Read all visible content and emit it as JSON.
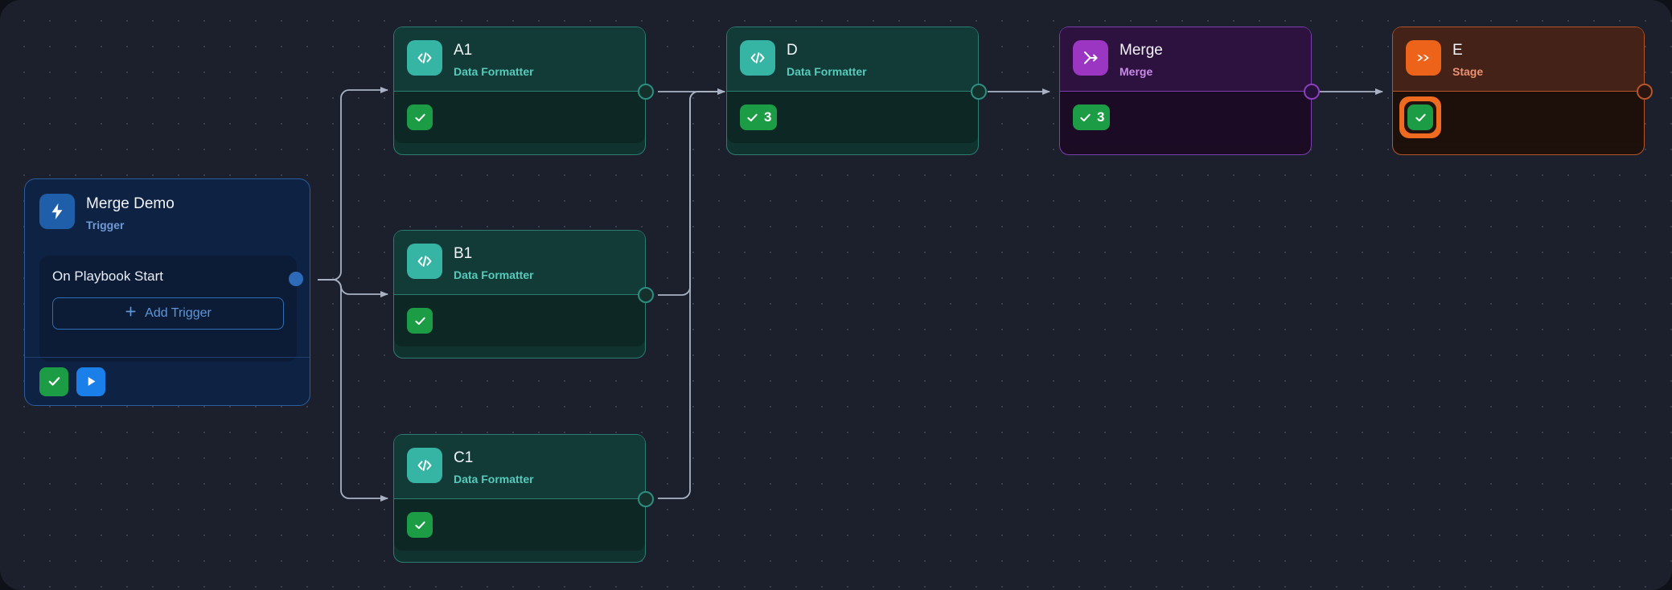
{
  "canvas": {
    "background_color": "#1b202c",
    "grid": "dot-grid"
  },
  "trigger_node": {
    "title": "Merge Demo",
    "subtitle": "Trigger",
    "icon": "lightning-bolt-icon",
    "accent_color": "#1f5fa9",
    "trigger_row_label": "On Playbook Start",
    "add_trigger_label": "Add Trigger",
    "add_trigger_icon": "plus-icon",
    "footer_buttons": [
      {
        "name": "validate-button",
        "icon": "check-icon",
        "color": "#1d9c46"
      },
      {
        "name": "run-button",
        "icon": "play-icon",
        "color": "#1a7fe8"
      }
    ]
  },
  "nodes": [
    {
      "id": "a1",
      "title": "A1",
      "subtitle": "Data Formatter",
      "icon": "code-brackets-icon",
      "theme": "teal",
      "badge": {
        "icon": "check-icon",
        "count": ""
      },
      "selected": false
    },
    {
      "id": "b1",
      "title": "B1",
      "subtitle": "Data Formatter",
      "icon": "code-brackets-icon",
      "theme": "teal",
      "badge": {
        "icon": "check-icon",
        "count": ""
      },
      "selected": false
    },
    {
      "id": "c1",
      "title": "C1",
      "subtitle": "Data Formatter",
      "icon": "code-brackets-icon",
      "theme": "teal",
      "badge": {
        "icon": "check-icon",
        "count": ""
      },
      "selected": false
    },
    {
      "id": "d",
      "title": "D",
      "subtitle": "Data Formatter",
      "icon": "code-brackets-icon",
      "theme": "teal",
      "badge": {
        "icon": "check-icon",
        "count": "3"
      },
      "selected": false
    },
    {
      "id": "merge",
      "title": "Merge",
      "subtitle": "Merge",
      "icon": "merge-arrow-icon",
      "theme": "purple",
      "badge": {
        "icon": "check-icon",
        "count": "3"
      },
      "selected": false
    },
    {
      "id": "e",
      "title": "E",
      "subtitle": "Stage",
      "icon": "double-chevron-icon",
      "theme": "orange",
      "badge": {
        "icon": "check-icon",
        "count": ""
      },
      "selected": true
    }
  ],
  "colors": {
    "teal_accent": "#36b4a4",
    "purple_accent": "#9b36c2",
    "orange_accent": "#ec6319",
    "green_status": "#1d9c46",
    "blue_trigger": "#1f5fa9",
    "edge_line": "#a8b2c4",
    "selection_ring": "#ee6b1f"
  }
}
